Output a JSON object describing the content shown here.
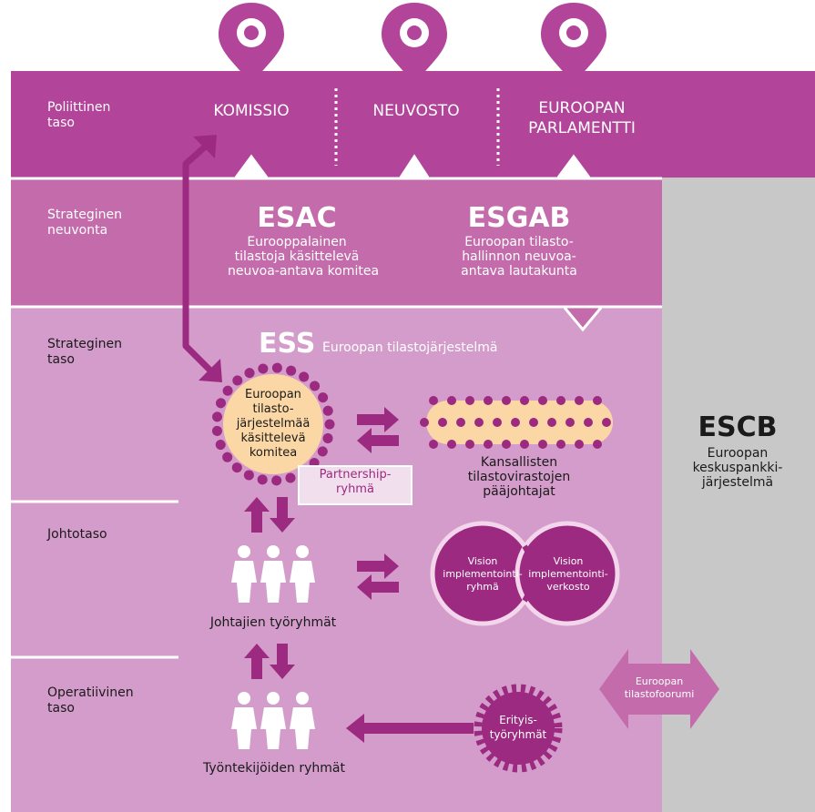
{
  "levels": {
    "political": "Poliittinen\ntaso",
    "strategic_advice": "Strateginen\nneuvonta",
    "strategic": "Strateginen\ntaso",
    "management": "Johtotaso",
    "operational": "Operatiivinen\ntaso"
  },
  "political": {
    "komissio": "KOMISSIO",
    "neuvosto": "NEUVOSTO",
    "parlamentti": "EUROOPAN\nPARLAMENTTI"
  },
  "esac": {
    "title": "ESAC",
    "desc": "Eurooppalainen\ntilastoja käsittelevä\nneuvoa-antava komitea"
  },
  "esgab": {
    "title": "ESGAB",
    "desc": "Euroopan tilasto-\nhallinnon neuvoa-\nantava lautakunta"
  },
  "ess": {
    "title": "ESS",
    "subtitle": "Euroopan tilastojärjestelmä"
  },
  "essc": {
    "label": "Euroopan\ntilasto-\njärjestelmää\nkäsittelevä\nkomitea"
  },
  "partnership": {
    "label": "Partnership-\nryhmä"
  },
  "heads": {
    "label": "Kansallisten\ntilastovirastojen\npääjohtajat"
  },
  "director_groups": {
    "label": "Johtajien työryhmät"
  },
  "vision_group": {
    "label": "Vision\nimplementointi-\nryhmä"
  },
  "vision_network": {
    "label": "Vision\nimplementointi-\nverkosto"
  },
  "worker_groups": {
    "label": "Työntekijöiden ryhmät"
  },
  "task_forces": {
    "label": "Erityis-\ntyöryhmät"
  },
  "forum": {
    "label": "Euroopan\ntilastofoorumi"
  },
  "escb": {
    "title": "ESCB",
    "desc": "Euroopan\nkeskuspankki-\njärjestelmä"
  },
  "colors": {
    "political_band": "#b2449a",
    "advice_band": "#c46bac",
    "strategic_band": "#d49ccb",
    "dark_purple": "#9b2a80",
    "escb_gray": "#c8c8c8",
    "dot_fill": "#fbd7a5"
  }
}
